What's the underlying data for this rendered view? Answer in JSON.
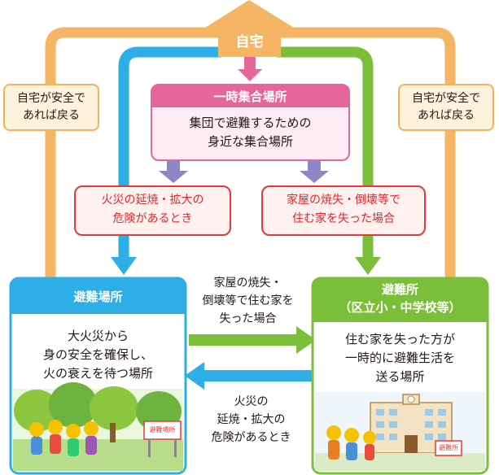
{
  "home": {
    "label": "自宅"
  },
  "temporary_area": {
    "title": "一時集合場所",
    "description": "集団で避難するための\n身近な集合場所"
  },
  "return_note_left": "自宅が安全で\nあれば戻る",
  "return_note_right": "自宅が安全で\nあれば戻る",
  "condition_fire": "火災の延焼・拡大の\n危険があるとき",
  "condition_house": "家屋の焼失・倒壊等で\n住む家を失った場合",
  "evacuation_area": {
    "title": "避難場所",
    "description": "大火災から\n身の安全を確保し、\n火の衰えを待つ場所",
    "sign": "避難場所"
  },
  "shelter": {
    "title": "避難所\n（区立小・中学校等）",
    "description": "住む家を失った方が\n一時的に避難生活を\n送る場所",
    "sign": "避難所"
  },
  "arrow_to_shelter_label": "家屋の焼失・\n倒壊等で住む家を\n失った場合",
  "arrow_to_area_label": "火災の\n延焼・拡大の\n危険があるとき",
  "colors": {
    "orange": "#f5b564",
    "blue": "#2eaee6",
    "green": "#7bbe3a",
    "pink": "#e6669a",
    "purple": "#8f86c5",
    "red": "#e5393b"
  }
}
